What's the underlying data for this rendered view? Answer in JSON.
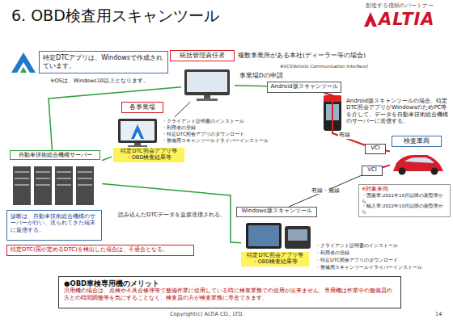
{
  "diagram": {
    "title": "6. OBD検査用スキャンツール",
    "nodes": [
      {
        "text": [
          "特定DTCアプリは、Windowsで作成されています。"
        ]
      },
      {
        "text": [
          "統括管理責任者"
        ]
      },
      {
        "text": [
          "事業場Dの申請"
        ]
      },
      {
        "text": [
          "Android版スキャンツール"
        ]
      },
      {
        "text": [
          "各事業場"
        ]
      },
      {
        "text": [
          "自動車技術総合機構サーバー"
        ]
      },
      {
        "text": [
          "特定DTC照会アプリ等",
          "・OBD検査結果等"
        ]
      },
      {
        "text": [
          "VCI"
        ]
      },
      {
        "text": [
          "検査車両"
        ]
      },
      {
        "text": [
          "VCI"
        ]
      },
      {
        "text": [
          "※対象車両",
          "・国産車:2021年10月以降の新型車から",
          "・輸入車:2022年10月以降の新型車から"
        ]
      },
      {
        "text": [
          "診断は、自動車技術総合機構のサーバーが行い、送られてきた端末に返信する。"
        ]
      },
      {
        "text": [
          "Windows版スキャンツール"
        ]
      },
      {
        "text": [
          "特定DTC照会アプリ等",
          "・OBD検査結果等"
        ]
      },
      {
        "text": [
          "特定DTC(国が定めるDTC)を検出した場合は、不適合となる。"
        ]
      },
      {
        "text": [
          "●OBD車検専用機のメリット",
          "汎用機の場合は、点検や不具合修理等で整備作業に使用している時に検査業務での使用が出来ません。専用機は作業中の整備員の方との時間調整等を気にすることなく、検査員の方が検査業務に専念できます。"
        ]
      }
    ],
    "edges": [
      {
        "from": 5,
        "to": 6,
        "arrow": "none"
      },
      {
        "from": 5,
        "to": 2,
        "arrow": "none"
      },
      {
        "from": 5,
        "to": 13,
        "arrow": "none"
      },
      {
        "from": 2,
        "to": 3,
        "arrow": "none"
      },
      {
        "from": 3,
        "to": 7,
        "label": "有線",
        "arrow": "none"
      },
      {
        "from": 7,
        "to": 8,
        "arrow": "none"
      },
      {
        "from": 12,
        "to": 9,
        "label": "有線・無線",
        "arrow": "none"
      },
      {
        "from": 9,
        "to": 8,
        "arrow": "none"
      },
      {
        "from": 2,
        "to": 6,
        "arrow": "none"
      }
    ],
    "labels": [
      "創造する信頼のパートナー",
      "ALTIA",
      "※OSは、Windows10以上となります。",
      "複数事業所がある本社(ディーラー等の場合)",
      "※VCI(Vehicle Communication Interface)",
      "Android版スキャンツールの場合、特定DTC照会アプリがWindowsのためPC等を介して、データを自動車技術総合機構のサーバーに送信する。",
      "・クライアント証明書のインストール",
      "・利用者の登録",
      "・特定DTC照会アプリのダウンロード",
      "・整備用スキャンツールドライバーインストール",
      "読み込んだDTCデータを直接送信される。",
      "・クライアント証明書のインストール",
      "・利用者の登録",
      "・特定DTC照会アプリのダウンロード",
      "・整備用スキャンツールドライバーインストール",
      "Copyright(c) ALTIA CO., LTD.",
      "14"
    ]
  }
}
